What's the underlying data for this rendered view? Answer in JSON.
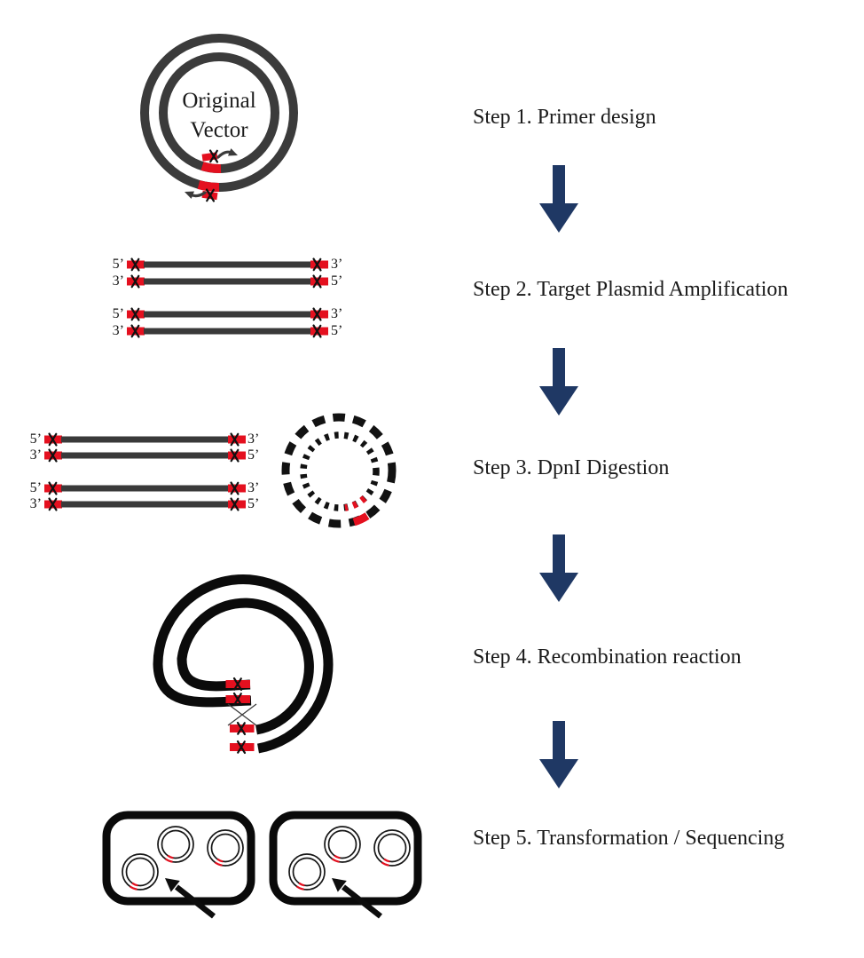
{
  "figure": {
    "steps": [
      {
        "label": "Step 1. Primer design"
      },
      {
        "label": "Step 2. Target Plasmid Amplification"
      },
      {
        "label": "Step 3. DpnI Digestion"
      },
      {
        "label": "Step 4. Recombination reaction"
      },
      {
        "label": "Step 5. Transformation / Sequencing"
      }
    ],
    "vector_label": {
      "line1": "Original",
      "line2": "Vector"
    },
    "strand_end_labels": {
      "five_prime": "5’",
      "three_prime": "3’"
    },
    "colors": {
      "mutation_red": "#e4101f",
      "flow_arrow_navy": "#1f3864",
      "strand_gray": "#3a3a3a",
      "outline_black": "#0d0d0d"
    }
  }
}
